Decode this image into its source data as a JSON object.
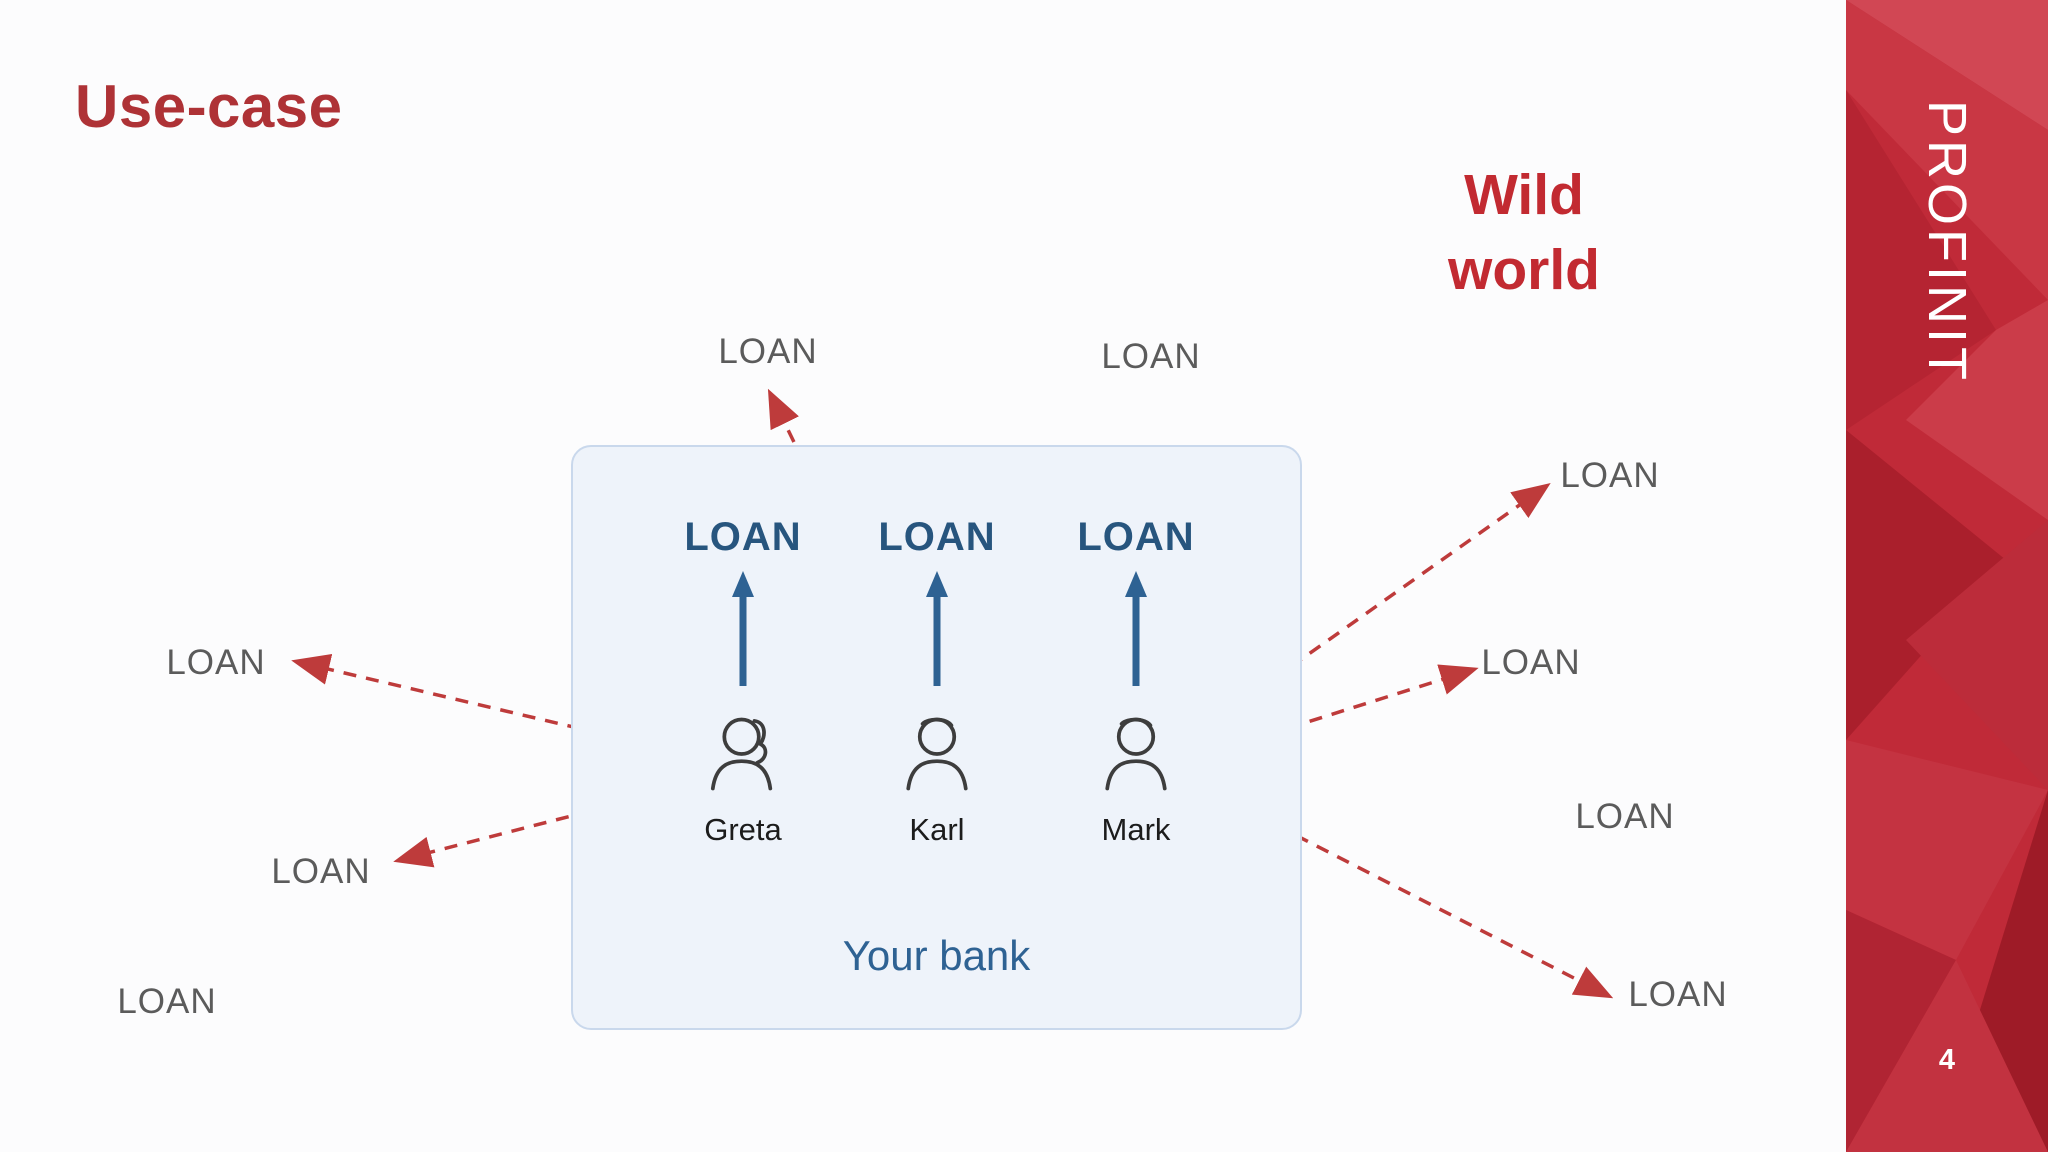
{
  "header": {
    "title": "Use-case"
  },
  "wild_world": {
    "line1": "Wild",
    "line2": "world"
  },
  "bank": {
    "label": "Your bank",
    "members": [
      {
        "name": "Greta",
        "loan_label": "LOAN"
      },
      {
        "name": "Karl",
        "loan_label": "LOAN"
      },
      {
        "name": "Mark",
        "loan_label": "LOAN"
      }
    ]
  },
  "outside_loans": {
    "top_center": "LOAN",
    "top_right": "LOAN",
    "left_upper": "LOAN",
    "left_lower": "LOAN",
    "bottom_left": "LOAN",
    "right_top": "LOAN",
    "right_mid": "LOAN",
    "right_low": "LOAN",
    "bottom_right": "LOAN"
  },
  "sidebar": {
    "brand": "PROFINIT",
    "page_number": "4"
  },
  "colors": {
    "title_red": "#ae3236",
    "wild_red": "#c22a31",
    "brand_band_red": "#c02a38",
    "loan_blue": "#27557e",
    "bank_blue": "#2e6293",
    "grey_label": "#5b5b5b",
    "arrow_red": "#be3b3b",
    "bank_fill": "#eef3fa",
    "bank_border": "#c9d8ec"
  }
}
